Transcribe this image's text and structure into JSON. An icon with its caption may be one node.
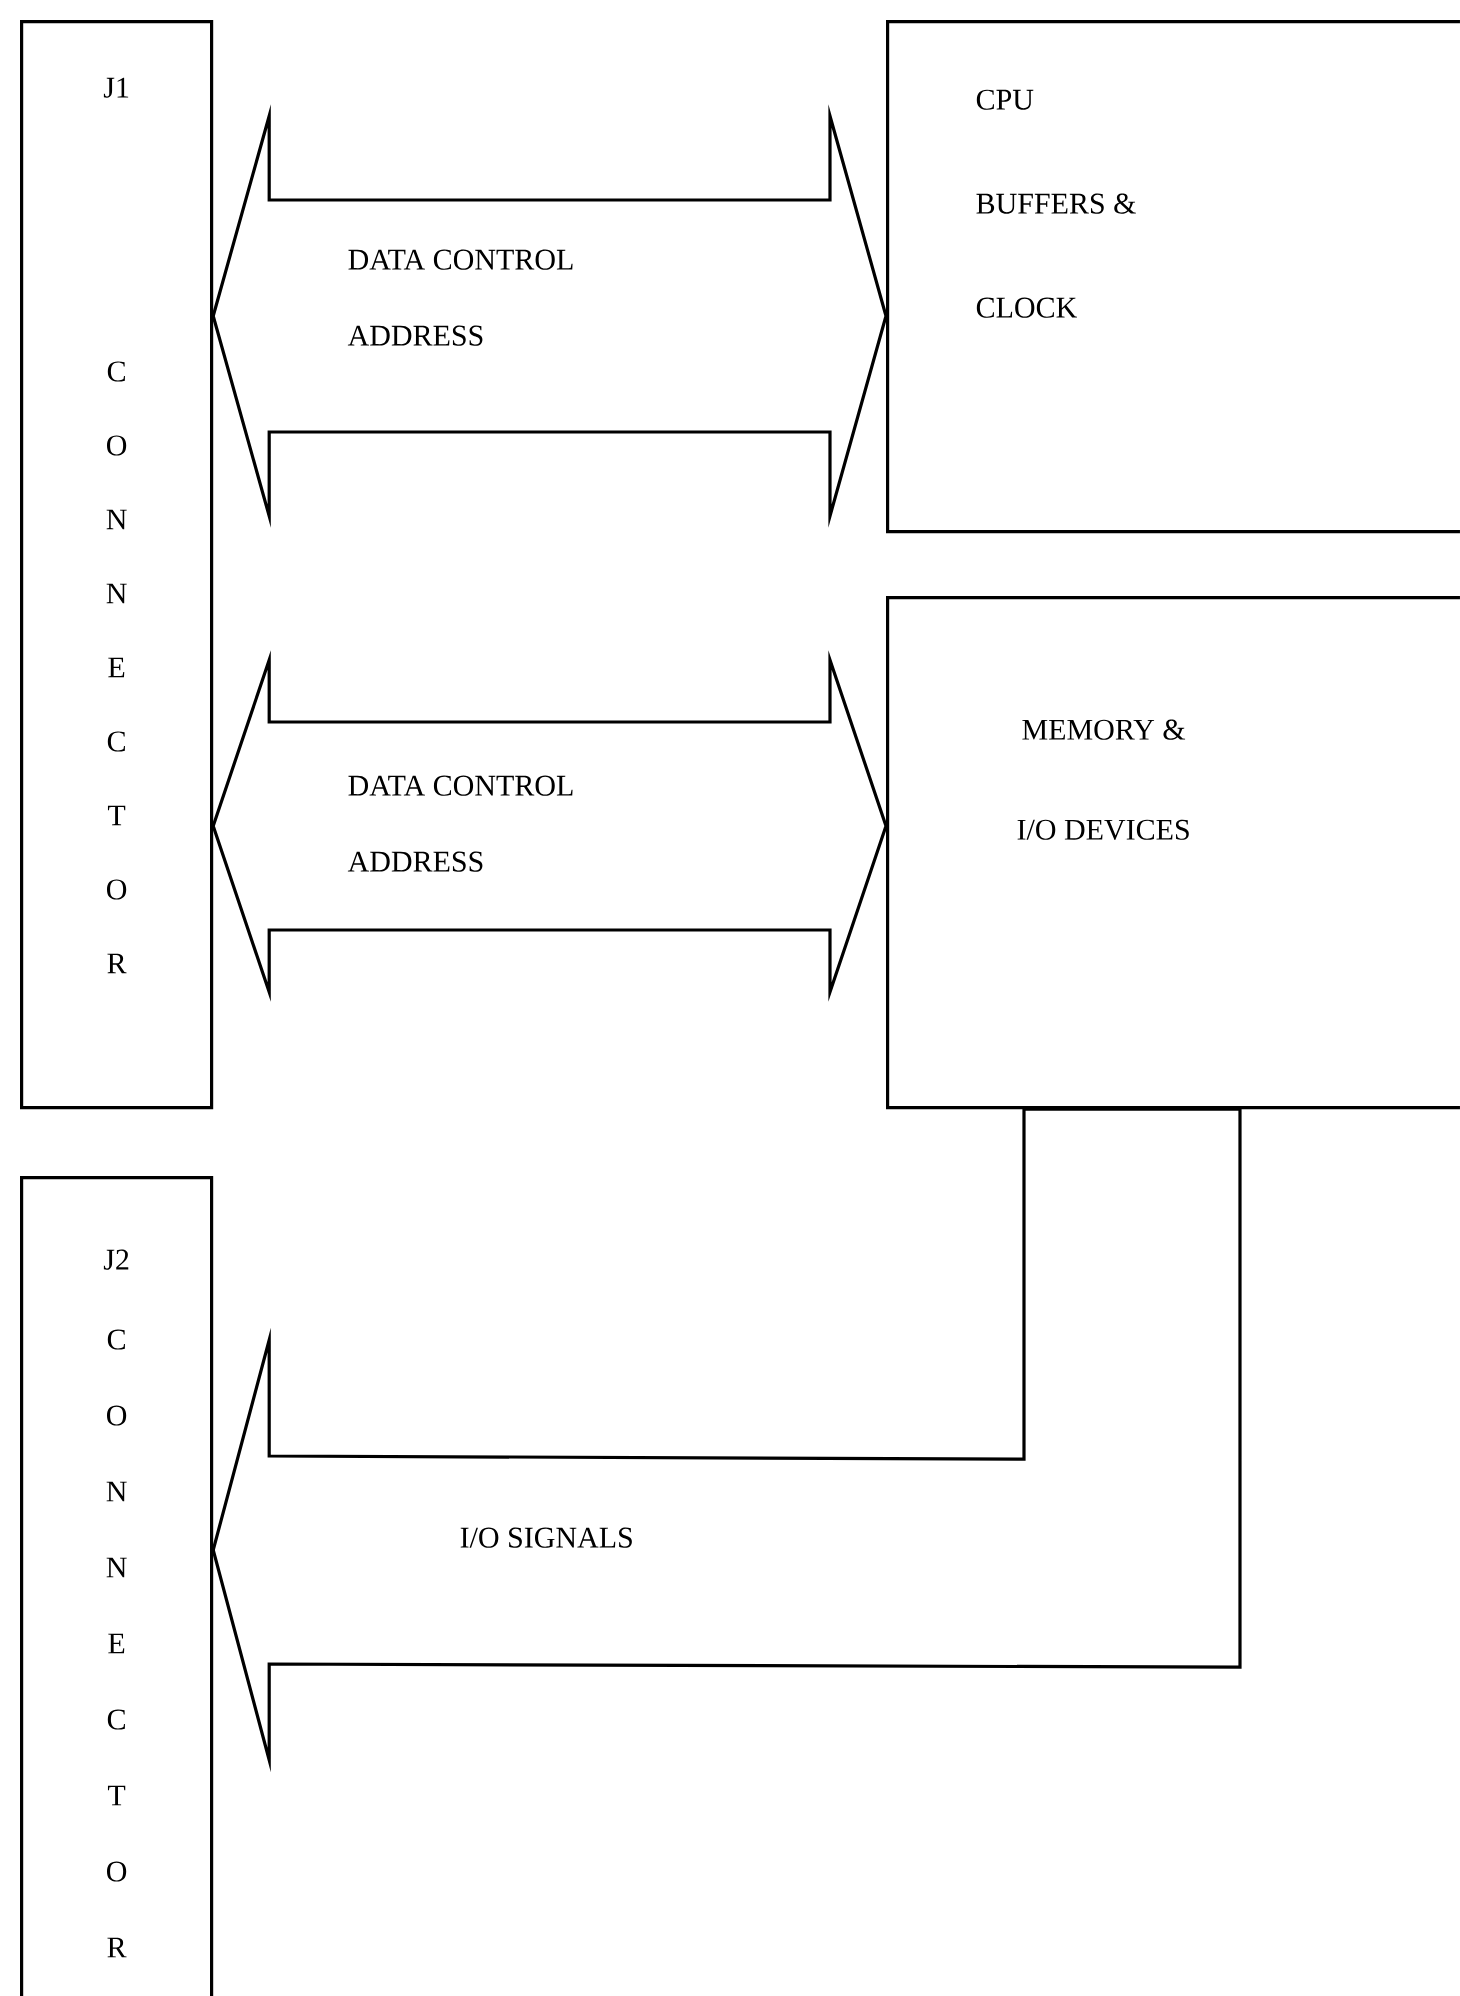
{
  "diagram": {
    "nodes": [
      {
        "text": [
          "J1",
          "CONNECTOR"
        ]
      },
      {
        "text": [
          "J2",
          "CONNECTOR"
        ]
      },
      {
        "text": [
          "CPU BUFFERS & CLOCK"
        ]
      },
      {
        "text": [
          "MEMORY & I/O DEVICES"
        ]
      }
    ],
    "edges": [
      {
        "from": 0,
        "to": 2,
        "arrow": "both",
        "label": "DATA CONTROL ADDRESS"
      },
      {
        "from": 0,
        "to": 3,
        "arrow": "both",
        "label": "DATA CONTROL ADDRESS"
      },
      {
        "from": 3,
        "to": 1,
        "arrow": "to",
        "label": "I/O SIGNALS"
      }
    ]
  }
}
